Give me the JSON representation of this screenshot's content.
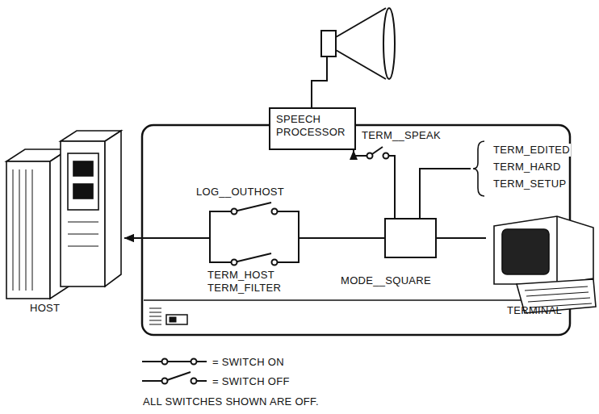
{
  "diagram": {
    "nodes": [
      {
        "text": [
          "SPEECH PROCESSOR"
        ]
      },
      {
        "text": [
          "HOST"
        ]
      },
      {
        "text": [
          "MODE__SQUARE"
        ]
      },
      {
        "text": [
          "TERMINAL"
        ]
      }
    ],
    "edges": [
      {
        "from": 2,
        "to": 0,
        "label": "TERM__SPEAK",
        "arrow": "to"
      },
      {
        "from": 2,
        "to": 1,
        "label": "LOG__OUTHOST",
        "arrow": "to"
      },
      {
        "from": 2,
        "to": 1,
        "label": "TERM_HOST TERM_FILTER",
        "arrow": "to"
      },
      {
        "from": 2,
        "to": 3,
        "arrow": "none"
      }
    ],
    "labels": [
      "TERM_EDITED",
      "TERM_HARD",
      "TERM_SETUP",
      "ALL SWITCHES SHOWN ARE OFF."
    ],
    "legend": [
      {
        "text": "= SWITCH ON"
      },
      {
        "text": "= SWITCH OFF"
      }
    ]
  }
}
